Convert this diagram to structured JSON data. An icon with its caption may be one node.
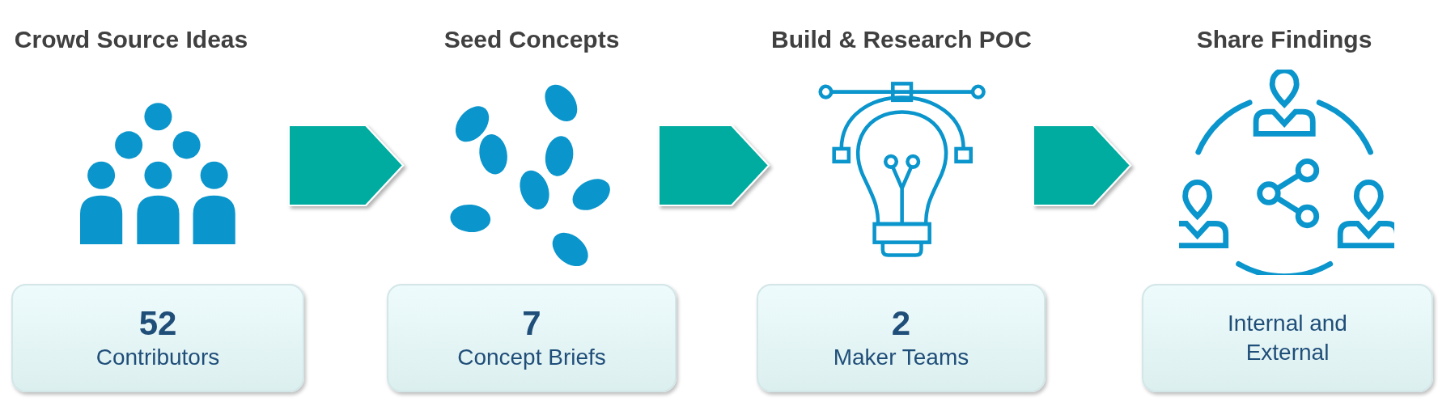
{
  "diagram": {
    "nodes": [
      {
        "text": [],
        "shape": "picture",
        "beside": [
          "Crowd Source Ideas"
        ]
      },
      {
        "text": [],
        "shape": "picture",
        "beside": [
          "Seed Concepts"
        ]
      },
      {
        "text": [],
        "shape": "picture",
        "beside": [
          "Build & Research POC"
        ]
      },
      {
        "text": [],
        "shape": "picture",
        "beside": [
          "Share Findings"
        ]
      },
      {
        "text": [
          "52",
          "Contributors"
        ]
      },
      {
        "text": [
          "7",
          "Concept Briefs"
        ]
      },
      {
        "text": [
          "2",
          "Maker Teams"
        ]
      },
      {
        "text": [
          "Internal and External"
        ]
      }
    ],
    "edges": [
      {
        "from": 0,
        "to": 1,
        "arrow": "to"
      },
      {
        "from": 1,
        "to": 2,
        "arrow": "to"
      },
      {
        "from": 2,
        "to": 3,
        "arrow": "to"
      }
    ]
  }
}
